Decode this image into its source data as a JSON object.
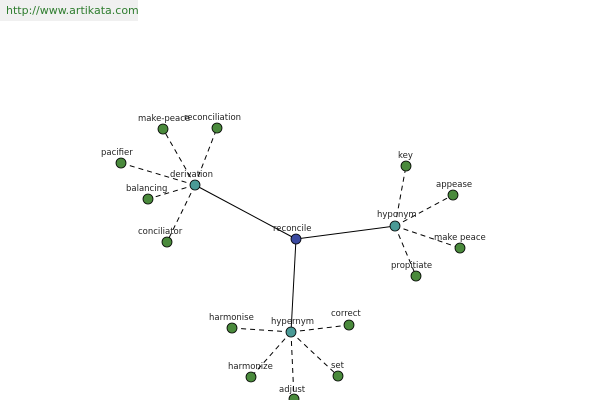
{
  "header": {
    "url": "http://www.artikata.com"
  },
  "colors": {
    "root": "#3b4aa0",
    "hub": "#4a9a96",
    "leaf": "#4a8a3c",
    "edge": "#000000",
    "url_text": "#2f7d2f"
  },
  "graph": {
    "root": "reconcile",
    "hubs": [
      {
        "id": "derivation",
        "label": "derivation",
        "leaves": [
          "make-peace",
          "reconciliation",
          "pacifier",
          "balancing",
          "conciliator"
        ]
      },
      {
        "id": "hyponym",
        "label": "hyponym",
        "leaves": [
          "key",
          "appease",
          "make peace",
          "propitiate"
        ]
      },
      {
        "id": "hypernym",
        "label": "hypernym",
        "leaves": [
          "harmonise",
          "correct",
          "harmonize",
          "set",
          "adjust"
        ]
      }
    ]
  }
}
